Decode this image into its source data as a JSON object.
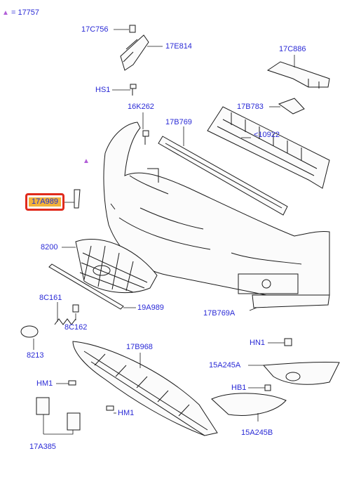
{
  "legend": {
    "symbol": "▲",
    "text": "= 17757"
  },
  "highlighted_label": "17A989",
  "labels": {
    "c17C756": "17C756",
    "e17E814": "17E814",
    "hs1": "HS1",
    "c17C886": "17C886",
    "k16K262": "16K262",
    "b17B783": "17B783",
    "b17B769": "17B769",
    "c10922": "<10922",
    "n8200": "8200",
    "c8C161": "8C161",
    "a19A989": "19A989",
    "c8C162": "8C162",
    "b17B769A": "17B769A",
    "n8213": "8213",
    "b17B968": "17B968",
    "hn1": "HN1",
    "a15A245A": "15A245A",
    "hm1a": "HM1",
    "hb1": "HB1",
    "hm1b": "HM1",
    "a15A245B": "15A245B",
    "a17A385": "17A385"
  }
}
